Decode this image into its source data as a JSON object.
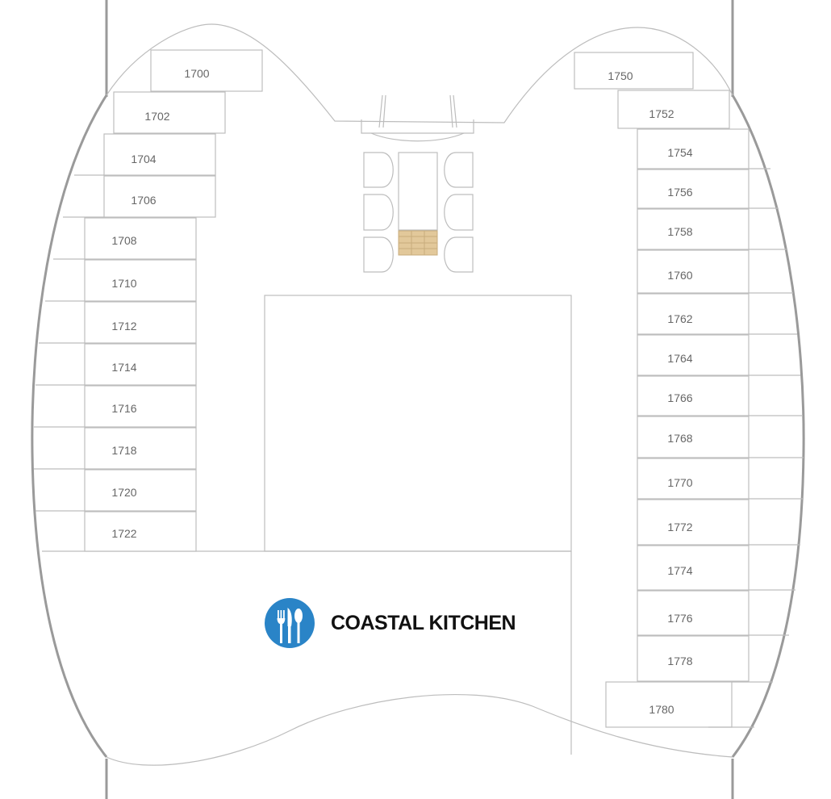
{
  "venue": {
    "name": "COASTAL KITCHEN",
    "icon": "fork-knife-spoon-icon",
    "icon_color": "#2a84c7"
  },
  "stair_color": "#e2c89a",
  "cabins_left": [
    "1700",
    "1702",
    "1704",
    "1706",
    "1708",
    "1710",
    "1712",
    "1714",
    "1716",
    "1718",
    "1720",
    "1722"
  ],
  "cabins_right": [
    "1750",
    "1752",
    "1754",
    "1756",
    "1758",
    "1760",
    "1762",
    "1764",
    "1766",
    "1768",
    "1770",
    "1772",
    "1774",
    "1776",
    "1778",
    "1780"
  ]
}
